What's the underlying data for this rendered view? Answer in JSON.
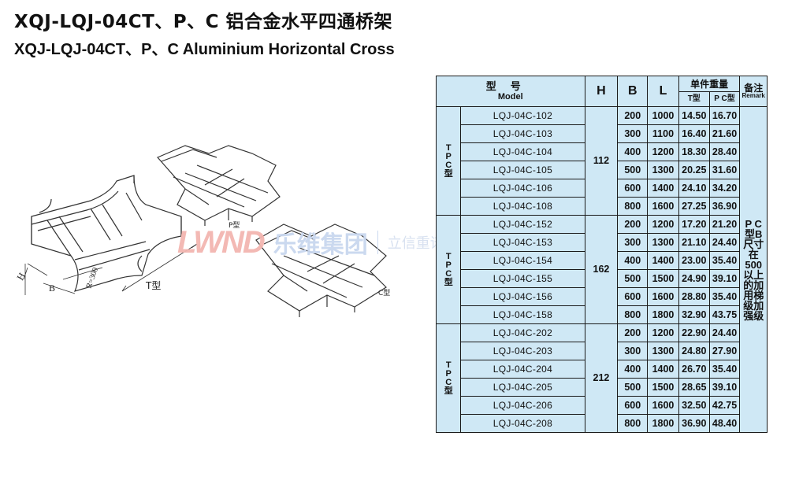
{
  "title_cn": "XQJ-LQJ-04CT、P、C 铝合金水平四通桥架",
  "title_en": "XQJ-LQJ-04CT、P、C Aluminium Horizontal Cross",
  "diagram": {
    "label_t": "T型",
    "label_p": "P型",
    "label_c": "C型",
    "dim_h": "H",
    "dim_b": "B",
    "dim_r": "R=300"
  },
  "watermark": {
    "logo": "LWND",
    "cn": "乐维集团",
    "slogan": "立信重诺，互利共赢"
  },
  "table": {
    "hdr_model_cn": "型号",
    "hdr_model_en": "Model",
    "hdr_h": "H",
    "hdr_b": "B",
    "hdr_l": "L",
    "hdr_weight": "单件重量",
    "hdr_weight_t": "T型",
    "hdr_weight_pc": "P C型",
    "hdr_remark_cn": "备注",
    "hdr_remark_en": "Remark",
    "type_chars": [
      "T",
      "P",
      "C",
      "型"
    ],
    "remark_lines": [
      "P C",
      "型B",
      "尺寸",
      "在500",
      "以上",
      "的加",
      "用梯",
      "级加",
      "强级"
    ],
    "groups": [
      {
        "h": "112",
        "rows": [
          {
            "model": "LQJ-04C-102",
            "b": "200",
            "l": "1000",
            "t": "14.50",
            "pc": "16.70"
          },
          {
            "model": "LQJ-04C-103",
            "b": "300",
            "l": "1100",
            "t": "16.40",
            "pc": "21.60"
          },
          {
            "model": "LQJ-04C-104",
            "b": "400",
            "l": "1200",
            "t": "18.30",
            "pc": "28.40"
          },
          {
            "model": "LQJ-04C-105",
            "b": "500",
            "l": "1300",
            "t": "20.25",
            "pc": "31.60"
          },
          {
            "model": "LQJ-04C-106",
            "b": "600",
            "l": "1400",
            "t": "24.10",
            "pc": "34.20"
          },
          {
            "model": "LQJ-04C-108",
            "b": "800",
            "l": "1600",
            "t": "27.25",
            "pc": "36.90"
          }
        ]
      },
      {
        "h": "162",
        "rows": [
          {
            "model": "LQJ-04C-152",
            "b": "200",
            "l": "1200",
            "t": "17.20",
            "pc": "21.20"
          },
          {
            "model": "LQJ-04C-153",
            "b": "300",
            "l": "1300",
            "t": "21.10",
            "pc": "24.40"
          },
          {
            "model": "LQJ-04C-154",
            "b": "400",
            "l": "1400",
            "t": "23.00",
            "pc": "35.40"
          },
          {
            "model": "LQJ-04C-155",
            "b": "500",
            "l": "1500",
            "t": "24.90",
            "pc": "39.10"
          },
          {
            "model": "LQJ-04C-156",
            "b": "600",
            "l": "1600",
            "t": "28.80",
            "pc": "35.40"
          },
          {
            "model": "LQJ-04C-158",
            "b": "800",
            "l": "1800",
            "t": "32.90",
            "pc": "43.75"
          }
        ]
      },
      {
        "h": "212",
        "rows": [
          {
            "model": "LQJ-04C-202",
            "b": "200",
            "l": "1200",
            "t": "22.90",
            "pc": "24.40"
          },
          {
            "model": "LQJ-04C-203",
            "b": "300",
            "l": "1300",
            "t": "24.80",
            "pc": "27.90"
          },
          {
            "model": "LQJ-04C-204",
            "b": "400",
            "l": "1400",
            "t": "26.70",
            "pc": "35.40"
          },
          {
            "model": "LQJ-04C-205",
            "b": "500",
            "l": "1500",
            "t": "28.65",
            "pc": "39.10"
          },
          {
            "model": "LQJ-04C-206",
            "b": "600",
            "l": "1600",
            "t": "32.50",
            "pc": "42.75"
          },
          {
            "model": "LQJ-04C-208",
            "b": "800",
            "l": "1800",
            "t": "36.90",
            "pc": "48.40"
          }
        ]
      }
    ]
  }
}
